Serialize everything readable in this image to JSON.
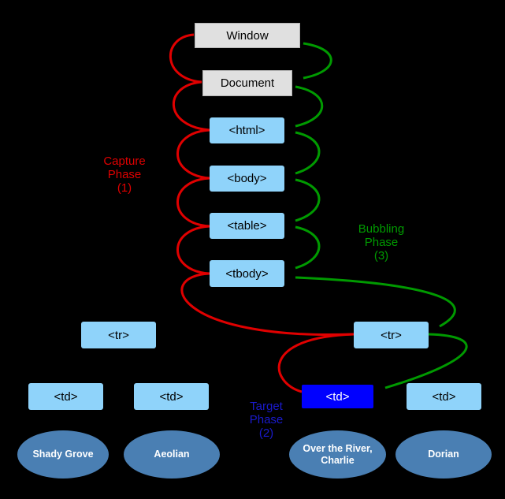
{
  "nodes": {
    "window": "Window",
    "document": "Document",
    "html": "<html>",
    "body": "<body>",
    "table": "<table>",
    "tbody": "<tbody>",
    "tr_left": "<tr>",
    "tr_right": "<tr>",
    "td_1": "<td>",
    "td_2": "<td>",
    "td_target": "<td>",
    "td_4": "<td>"
  },
  "leaves": {
    "leaf_1": "Shady Grove",
    "leaf_2": "Aeolian",
    "leaf_3": "Over the River, Charlie",
    "leaf_4": "Dorian"
  },
  "phases": {
    "capture": {
      "line1": "Capture",
      "line2": "Phase",
      "line3": "(1)",
      "color": "#e00000"
    },
    "bubbling": {
      "line1": "Bubbling",
      "line2": "Phase",
      "line3": "(3)",
      "color": "#009a00"
    },
    "target": {
      "line1": "Target",
      "line2": "Phase",
      "line3": "(2)",
      "color": "#1a1acc"
    }
  },
  "colors": {
    "background": "#000000",
    "node_gray": "#e0e0e0",
    "node_blue": "#8fd3fa",
    "node_target": "#0000ff",
    "leaf": "#4a7fb3"
  }
}
